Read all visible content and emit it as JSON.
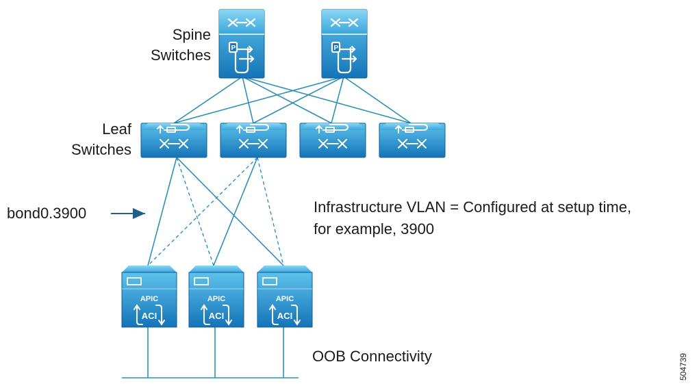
{
  "labels": {
    "spine_line1": "Spine",
    "spine_line2": "Switches",
    "leaf_line1": "Leaf",
    "leaf_line2": "Switches",
    "bond": "bond0.3900",
    "infra_line1": "Infrastructure VLAN = Configured at setup time,",
    "infra_line2": "for example, 3900",
    "oob": "OOB Connectivity",
    "figure_id": "504739"
  },
  "devices": {
    "spines": [
      {
        "icon": "spine-switch-icon"
      },
      {
        "icon": "spine-switch-icon"
      }
    ],
    "leaves": [
      {
        "icon": "leaf-switch-icon"
      },
      {
        "icon": "leaf-switch-icon"
      },
      {
        "icon": "leaf-switch-icon"
      },
      {
        "icon": "leaf-switch-icon"
      }
    ],
    "apics": [
      {
        "name": "APIC",
        "badge": "ACI"
      },
      {
        "name": "APIC",
        "badge": "ACI"
      },
      {
        "name": "APIC",
        "badge": "ACI"
      }
    ]
  },
  "colors": {
    "device_top": "#5ec2ec",
    "device_bottom": "#1474b8",
    "link": "#2e8fb7",
    "text": "#1a1a1a",
    "arrow": "#1f5f8b"
  }
}
